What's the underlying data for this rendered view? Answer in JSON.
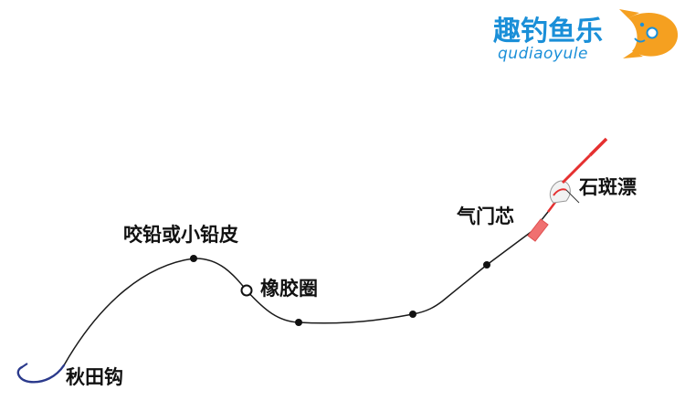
{
  "logo": {
    "chinese": "趣钓鱼乐",
    "pinyin": "qudiaoyule",
    "brand_blue": "#1a8fd8",
    "fish_orange": "#f5a020"
  },
  "labels": {
    "hook": "秋田钩",
    "sinker": "咬铅或小铅皮",
    "rubber_ring": "橡胶圈",
    "float_seat": "气门芯",
    "float": "石斑漂"
  },
  "colors": {
    "line": "#1a1a1a",
    "hook": "#2b3a8c",
    "float_tip": "#e53030",
    "float_body": "#f07070"
  }
}
